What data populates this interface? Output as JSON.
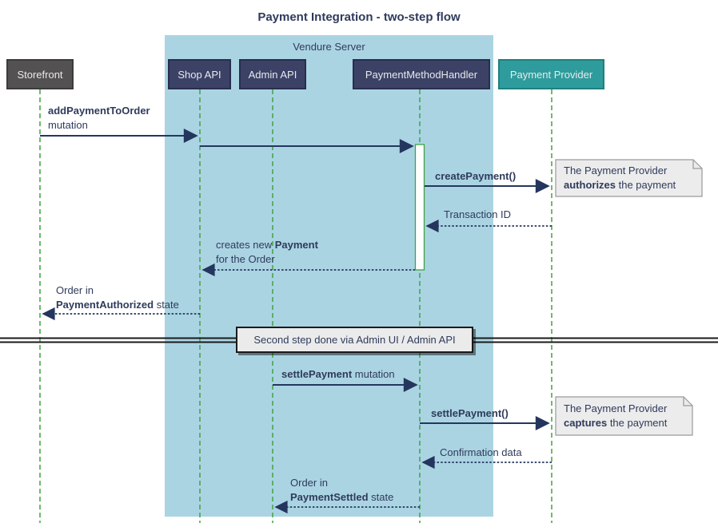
{
  "title": "Payment Integration - two-step flow",
  "container": {
    "label": "Vendure Server"
  },
  "participants": {
    "storefront": {
      "label": "Storefront"
    },
    "shop_api": {
      "label": "Shop API"
    },
    "admin_api": {
      "label": "Admin API"
    },
    "payment_method_handler": {
      "label": "PaymentMethodHandler"
    },
    "payment_provider": {
      "label": "Payment Provider"
    }
  },
  "messages": {
    "add_payment_to_order": {
      "name": "addPaymentToOrder",
      "suffix": "mutation"
    },
    "create_payment": {
      "name": "createPayment()"
    },
    "transaction_id": {
      "text": "Transaction ID"
    },
    "creates_new_payment": {
      "prefix": "creates new ",
      "name": "Payment",
      "line2": "for the Order"
    },
    "order_payment_authorized": {
      "line1": "Order in",
      "name": "PaymentAuthorized",
      "suffix": " state"
    },
    "settle_payment_mutation": {
      "name": "settlePayment",
      "suffix": " mutation"
    },
    "settle_payment_call": {
      "name": "settlePayment()"
    },
    "confirmation_data": {
      "text": "Confirmation data"
    },
    "order_payment_settled": {
      "line1": "Order in",
      "name": "PaymentSettled",
      "suffix": " state"
    }
  },
  "divider": {
    "label": "Second step done via Admin UI / Admin API"
  },
  "notes": {
    "authorize": {
      "line1": "The Payment Provider",
      "bold": "authorizes",
      "rest": " the payment"
    },
    "capture": {
      "line1": "The Payment Provider",
      "bold": "captures",
      "rest": " the payment"
    }
  },
  "colors": {
    "canvas-bg": "#FFFFFF",
    "server-bg": "#ABD4E3",
    "participant-navy": "#3B4266",
    "participant-navy-border": "#282E4E",
    "participant-gray": "#545152",
    "participant-gray-border": "#3C3A3B",
    "participant-teal": "#2E9C9C",
    "participant-teal-border": "#1F7F7F",
    "participant-text": "#E9E9EC",
    "lifeline-green": "#3FA33F",
    "arrow-navy": "#24365E",
    "text-navy": "#2F3B5C",
    "note-bg": "#ECECEC",
    "note-border": "#9A9A9A",
    "divider-line": "#1A1A1A",
    "divider-box-bg": "#EBEBEB"
  }
}
